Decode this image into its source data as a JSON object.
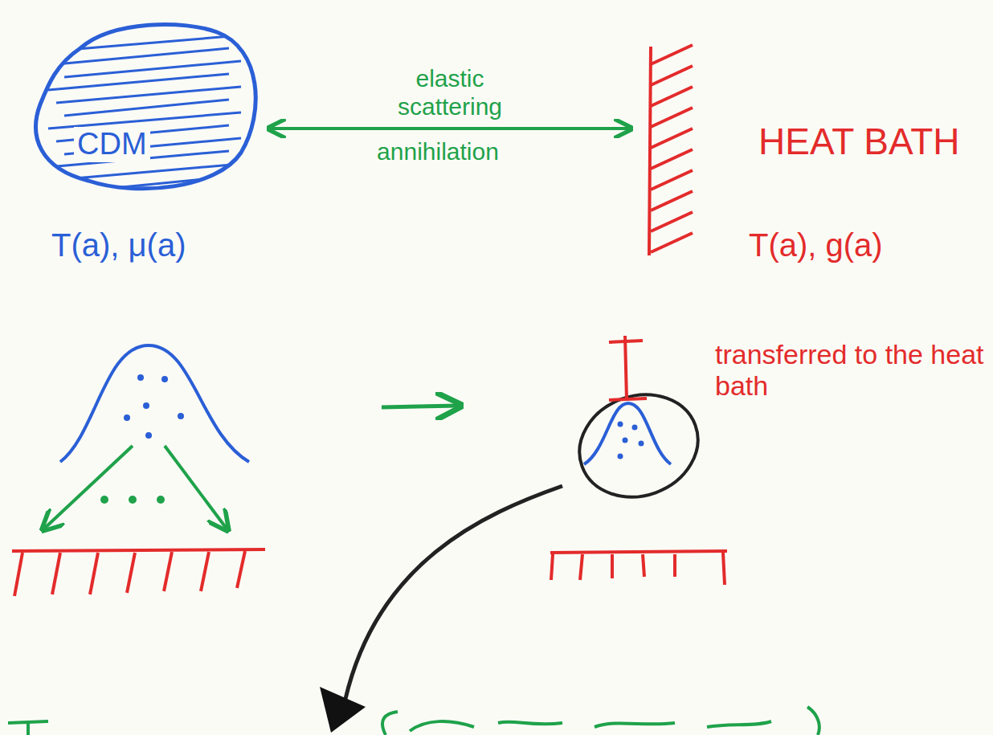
{
  "diagram": {
    "nodes": [
      {
        "text": [
          "CDM",
          "T(a), μ(a)"
        ]
      },
      {
        "text": [
          "HEAT BATH",
          "T(a), g(a)"
        ]
      }
    ],
    "edges": [
      {
        "from": 0,
        "to": 1,
        "label": "elastic scattering",
        "arrow": "both"
      }
    ],
    "labels": [
      "annihilation",
      "transferred to the heat bath"
    ]
  }
}
